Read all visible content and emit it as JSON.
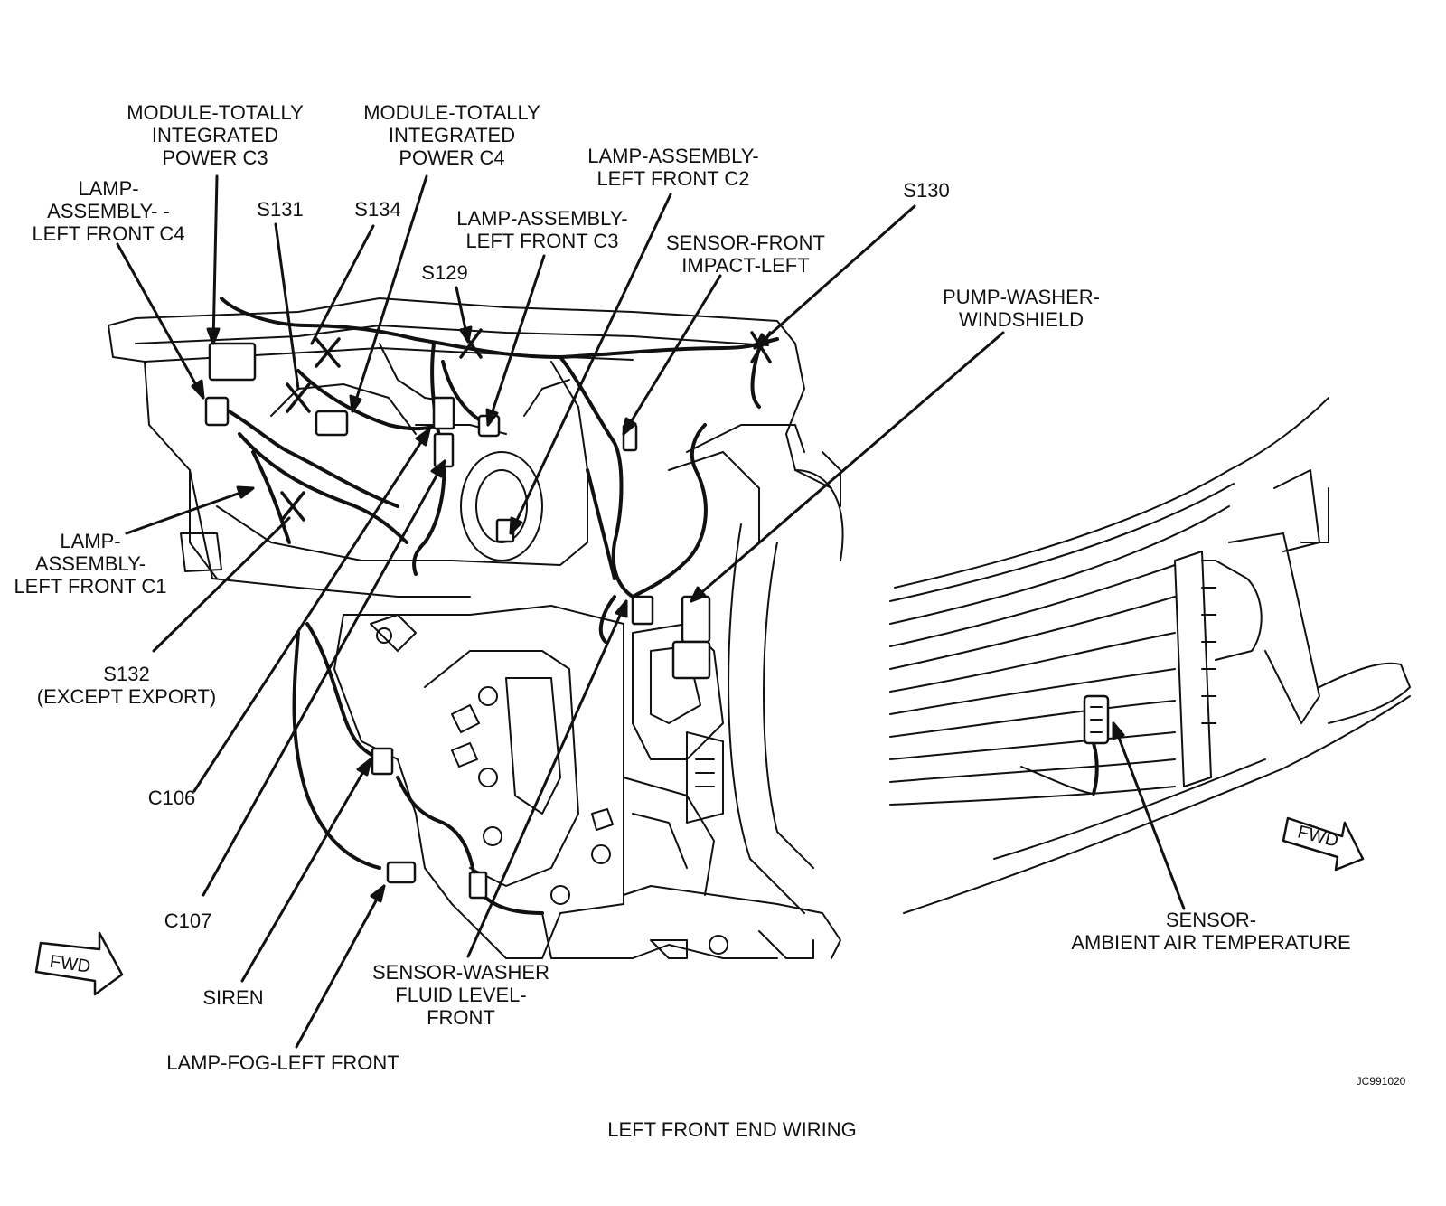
{
  "diagram": {
    "caption": "LEFT FRONT END WIRING",
    "drawing_id": "JC991020",
    "fwd_label": "FWD"
  },
  "labels": {
    "module_c3": [
      "MODULE-TOTALLY",
      "INTEGRATED",
      "POWER C3"
    ],
    "module_c4": [
      "MODULE-TOTALLY",
      "INTEGRATED",
      "POWER C4"
    ],
    "lamp_c4": [
      "LAMP-",
      "ASSEMBLY- -",
      "LEFT FRONT C4"
    ],
    "s131": "S131",
    "s134": "S134",
    "lamp_c2": [
      "LAMP-ASSEMBLY-",
      "LEFT FRONT C2"
    ],
    "s130": "S130",
    "lamp_c3": [
      "LAMP-ASSEMBLY-",
      "LEFT FRONT C3"
    ],
    "impact_sensor": [
      "SENSOR-FRONT",
      "IMPACT-LEFT"
    ],
    "s129": "S129",
    "pump_washer": [
      "PUMP-WASHER-",
      "WINDSHIELD"
    ],
    "lamp_c1": [
      "LAMP-",
      "ASSEMBLY-",
      "LEFT FRONT C1"
    ],
    "s132": [
      "S132",
      "(EXCEPT EXPORT)"
    ],
    "c106": "C106",
    "c107": "C107",
    "siren": "SIREN",
    "washer_fluid": [
      "SENSOR-WASHER",
      "FLUID LEVEL-",
      "FRONT"
    ],
    "fog_lamp": "LAMP-FOG-LEFT FRONT",
    "ambient_sensor": [
      "SENSOR-",
      "AMBIENT AIR TEMPERATURE"
    ]
  }
}
